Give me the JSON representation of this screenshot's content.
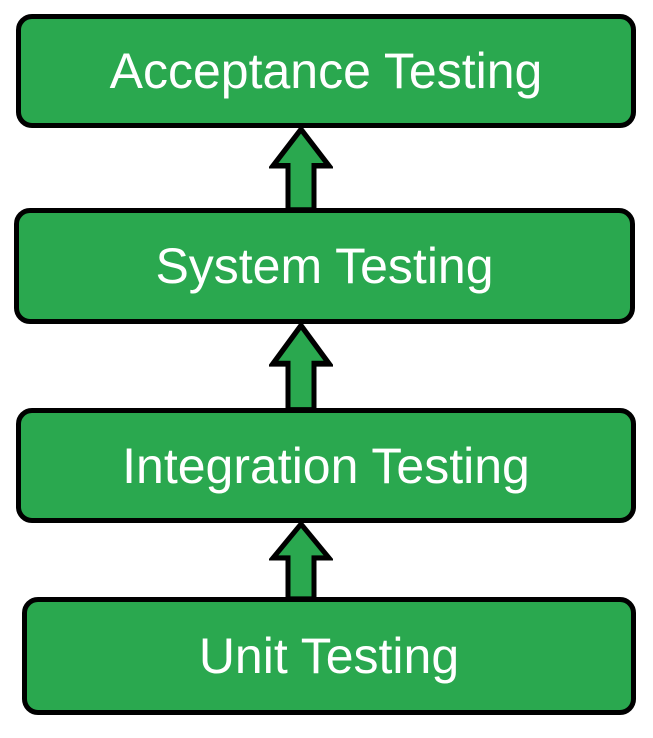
{
  "diagram": {
    "type": "flow",
    "flow_direction": "bottom-to-top",
    "levels": [
      {
        "label": "Acceptance Testing"
      },
      {
        "label": "System Testing"
      },
      {
        "label": "Integration Testing"
      },
      {
        "label": "Unit Testing"
      }
    ],
    "arrows": [
      {
        "from": "Unit Testing",
        "to": "Integration Testing",
        "direction": "up"
      },
      {
        "from": "Integration Testing",
        "to": "System Testing",
        "direction": "up"
      },
      {
        "from": "System Testing",
        "to": "Acceptance Testing",
        "direction": "up"
      }
    ],
    "colors": {
      "box_fill": "#2aa84f",
      "box_border": "#000000",
      "label_text": "#ffffff",
      "arrow_fill": "#2aa84f",
      "arrow_border": "#000000"
    }
  }
}
